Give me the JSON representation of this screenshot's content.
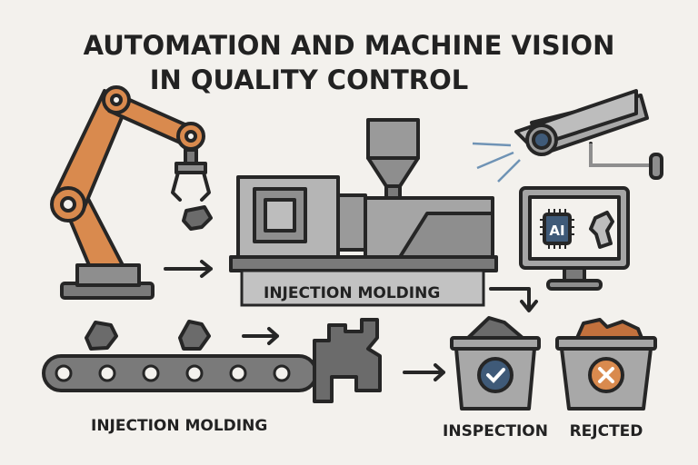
{
  "title": {
    "line1": "AUTOMATION AND MACHINE VISION",
    "line2": "IN QUALITY CONTROL"
  },
  "machine": {
    "label": "INJECTION MOLDING"
  },
  "conveyor": {
    "label": "INJECTION MOLDING"
  },
  "monitor": {
    "chip_label": "AI"
  },
  "bins": {
    "pass_label": "INSPECTION",
    "reject_label": "REJCTED"
  },
  "colors": {
    "background": "#f3f1ed",
    "orange": "#d98a4e",
    "gray": "#8e8e8e",
    "light_gray": "#bdbdbd",
    "blue": "#3f5a78",
    "ray": "#6f93b5"
  }
}
